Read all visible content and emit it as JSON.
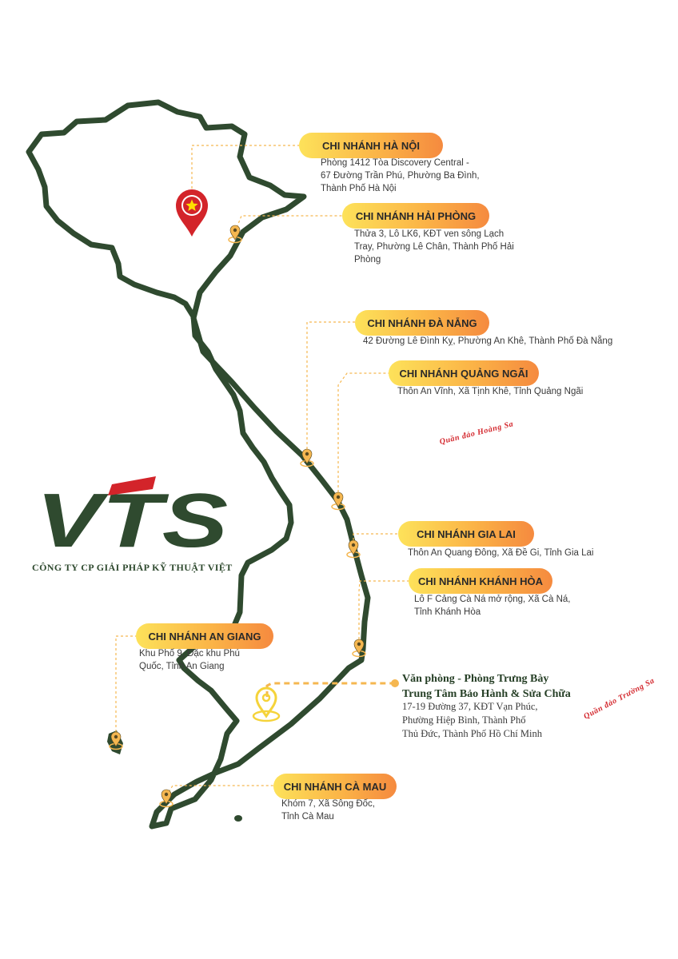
{
  "branches": [
    {
      "id": "ha-noi",
      "name": "CHI NHÁNH HÀ NỘI",
      "lines": [
        "Phòng 1412 Tòa Discovery Central -",
        "67 Đường Trần Phú, Phường Ba Đình,",
        "Thành Phố Hà Nội"
      ]
    },
    {
      "id": "hai-phong",
      "name": "CHI NHÁNH HẢI PHÒNG",
      "lines": [
        "Thửa 3, Lô LK6, KĐT ven sông Lạch",
        "Tray, Phường Lê Chân, Thành Phố Hải",
        "Phòng"
      ]
    },
    {
      "id": "da-nang",
      "name": "CHI NHÁNH ĐÀ NẴNG",
      "lines": [
        "42 Đường Lê Đình Kỵ, Phường An Khê, Thành Phố Đà Nẵng"
      ]
    },
    {
      "id": "quang-ngai",
      "name": "CHI NHÁNH QUẢNG NGÃI",
      "lines": [
        "Thôn An Vĩnh, Xã Tịnh Khê, Tỉnh Quảng Ngãi"
      ]
    },
    {
      "id": "gia-lai",
      "name": "CHI NHÁNH GIA LAI",
      "lines": [
        "Thôn An Quang Đông, Xã Đề Gi, Tỉnh Gia Lai"
      ]
    },
    {
      "id": "khanh-hoa",
      "name": "CHI NHÁNH KHÁNH HÒA",
      "lines": [
        "Lô F Cảng Cà Ná mở rộng, Xã Cà Ná,",
        "Tỉnh Khánh Hòa"
      ]
    },
    {
      "id": "an-giang",
      "name": "CHI NHÁNH AN GIANG",
      "lines": [
        "Khu Phố 9, Đặc khu Phú",
        "Quốc, Tỉnh An Giang"
      ]
    },
    {
      "id": "ca-mau",
      "name": "CHI NHÁNH CÀ MAU",
      "lines": [
        "Khóm 7, Xã Sông Đốc,",
        "Tỉnh Cà Mau"
      ]
    }
  ],
  "headquarters": {
    "title_lines": [
      "Văn phòng - Phòng Trưng Bày",
      "Trung Tâm Bảo Hành & Sửa Chữa"
    ],
    "address_lines": [
      "17-19 Đường 37, KĐT Vạn Phúc,",
      "Phường Hiệp Bình, Thành Phố",
      "Thủ Đức, Thành Phố Hồ Chí Minh"
    ]
  },
  "islands": {
    "hoang_sa": "Quần đảo Hoàng Sa",
    "truong_sa": "Quần đảo Trường Sa"
  },
  "logo": {
    "text": "VTS",
    "company": "CÔNG TY CP GIẢI PHÁP KỸ THUẬT VIỆT"
  },
  "icons": {
    "capital": "flag-pin-icon",
    "branch": "location-pin-icon",
    "hq": "location-pin-icon"
  },
  "colors": {
    "map_outline": "#2f4a2f",
    "connector": "#f5b750",
    "pill_start": "#fde25a",
    "pill_end": "#f58a3f",
    "flag": "#d3242a",
    "star": "#ffde00",
    "island_label": "#d3242a"
  }
}
